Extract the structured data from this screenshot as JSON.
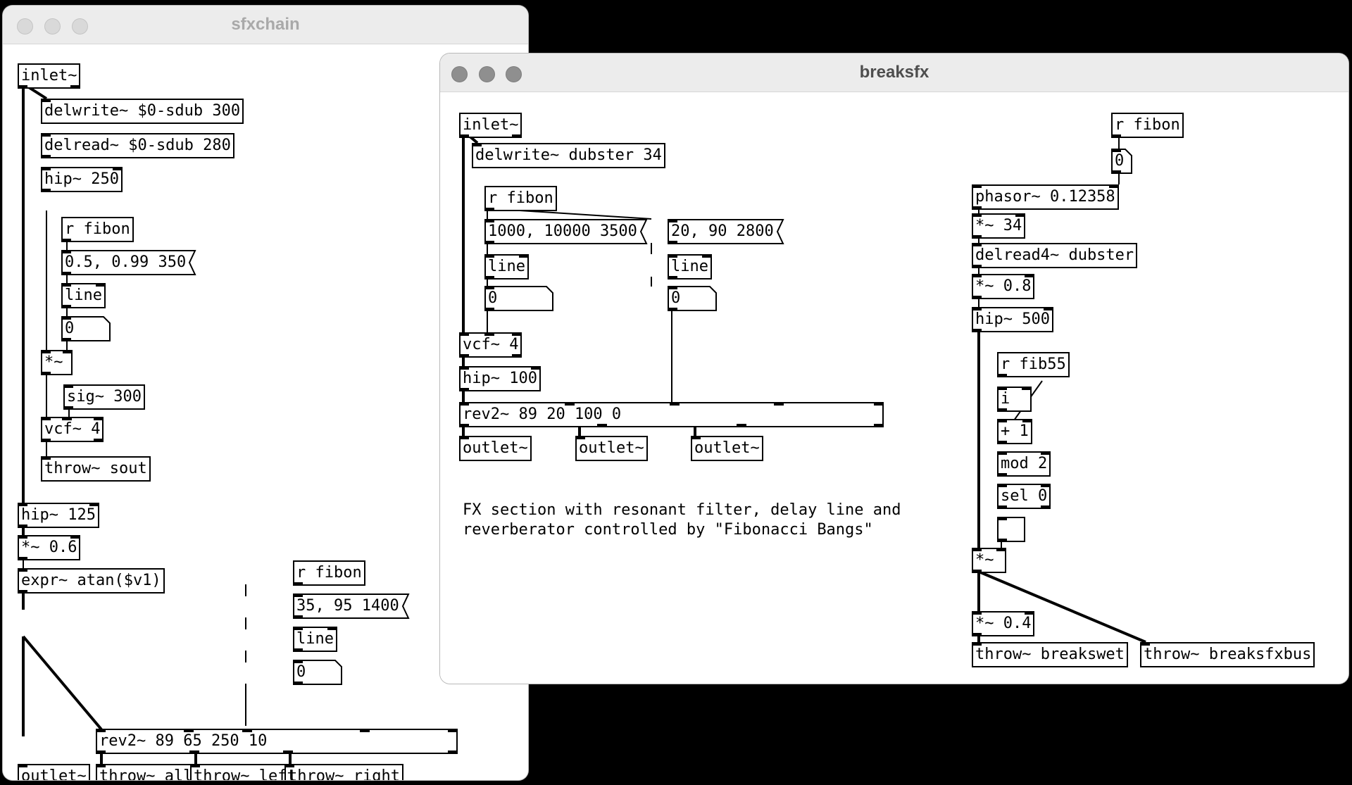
{
  "windows": [
    {
      "id": "sfxchain",
      "title": "sfxchain"
    },
    {
      "id": "breaksfx",
      "title": "breaksfx"
    }
  ],
  "sfxchain": {
    "objects": {
      "inlet": "inlet~",
      "delwrite": "delwrite~ $0-sdub 300",
      "delread": "delread~ $0-sdub 280",
      "hip250": "hip~ 250",
      "rfibon1": "r fibon",
      "msg1": "0.5, 0.99 350",
      "line1": "line",
      "num1": "0",
      "mul1": "*~",
      "sig": "sig~ 300",
      "vcf": "vcf~ 4",
      "throwsout": "throw~ sout",
      "hip125": "hip~ 125",
      "mul06": "*~ 0.6",
      "expr": "expr~ atan($v1)",
      "rfibon2": "r fibon",
      "msg2": "35, 95 1400",
      "line2": "line",
      "num2": "0",
      "rev": "rev2~ 89 65 250 10",
      "outlet": "outlet~",
      "throwall": "throw~ all",
      "throwleft": "throw~ left",
      "throwright": "throw~ right"
    }
  },
  "breaksfx": {
    "objects": {
      "inlet": "inlet~",
      "delwrite": "delwrite~ dubster 34",
      "rfibon": "r fibon",
      "msg1": "1000, 10000 3500",
      "msg2": "20, 90 2800",
      "line1": "line",
      "line2": "line",
      "num1": "0",
      "num2": "0",
      "vcf": "vcf~ 4",
      "hip100": "hip~ 100",
      "rev": "rev2~ 89 20 100 0",
      "outlet1": "outlet~",
      "outlet2": "outlet~",
      "outlet3": "outlet~",
      "rfibonR": "r fibon",
      "numR": "0",
      "phasor": "phasor~ 0.12358",
      "mul34": "*~ 34",
      "delread4": "delread4~ dubster",
      "mul08": "*~ 0.8",
      "hip500": "hip~ 500",
      "rfib55": "r fib55",
      "i": "i",
      "plus1": "+ 1",
      "mod2": "mod 2",
      "sel0": "sel 0",
      "bang": "",
      "mulR": "*~",
      "mul04": "*~ 0.4",
      "throwwet": "throw~ breakswet",
      "throwbus": "throw~ breaksfxbus"
    },
    "comment": "FX section with resonant filter, delay line and\nreverberator controlled by \"Fibonacci Bangs\""
  }
}
